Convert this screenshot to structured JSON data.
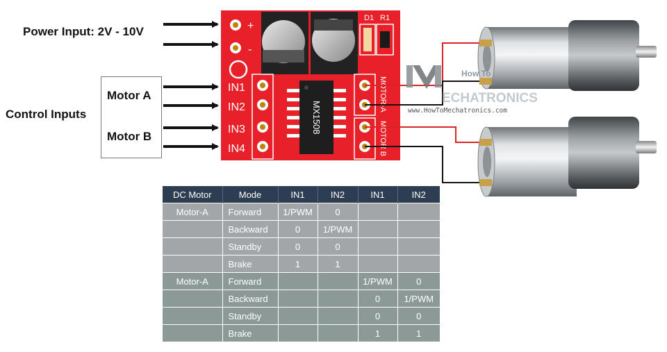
{
  "labels": {
    "power_input": "Power Input: 2V - 10V",
    "motor_a": "Motor A",
    "motor_b": "Motor B",
    "control_inputs": "Control Inputs"
  },
  "board": {
    "plus": "+",
    "minus": "-",
    "pins": [
      "IN1",
      "IN2",
      "IN3",
      "IN4"
    ],
    "d1": "D1",
    "r1": "R1",
    "chip": "MX1508",
    "motor_a": "MOTOR-A",
    "motor_b": "MOTOR B"
  },
  "logo": {
    "line1": "How To",
    "line2": "ECHATRONICS",
    "url": "www.HowToMechatronics.com"
  },
  "table": {
    "headers": [
      "DC Motor",
      "Mode",
      "IN1",
      "IN2",
      "IN1",
      "IN2"
    ],
    "rows": [
      {
        "group": "a",
        "cells": [
          "Motor-A",
          "Forward",
          "1/PWM",
          "0",
          "",
          ""
        ]
      },
      {
        "group": "a",
        "cells": [
          "",
          "Backward",
          "0",
          "1/PWM",
          "",
          ""
        ]
      },
      {
        "group": "a",
        "cells": [
          "",
          "Standby",
          "0",
          "0",
          "",
          ""
        ]
      },
      {
        "group": "a",
        "cells": [
          "",
          "Brake",
          "1",
          "1",
          "",
          ""
        ]
      },
      {
        "group": "b",
        "cells": [
          "Motor-A",
          "Forward",
          "",
          "",
          "1/PWM",
          "0"
        ]
      },
      {
        "group": "b",
        "cells": [
          "",
          "Backward",
          "",
          "",
          "0",
          "1/PWM"
        ]
      },
      {
        "group": "b",
        "cells": [
          "",
          "Standby",
          "",
          "",
          "0",
          "0"
        ]
      },
      {
        "group": "b",
        "cells": [
          "",
          "Brake",
          "",
          "",
          "1",
          "1"
        ]
      }
    ]
  },
  "colors": {
    "board_red": "#e8202a",
    "wire_red": "#d9241f",
    "wire_black": "#111111",
    "header_bg": "#2e3e52",
    "group_a_bg": "#a3a6a8",
    "group_b_bg": "#8b9a97"
  }
}
